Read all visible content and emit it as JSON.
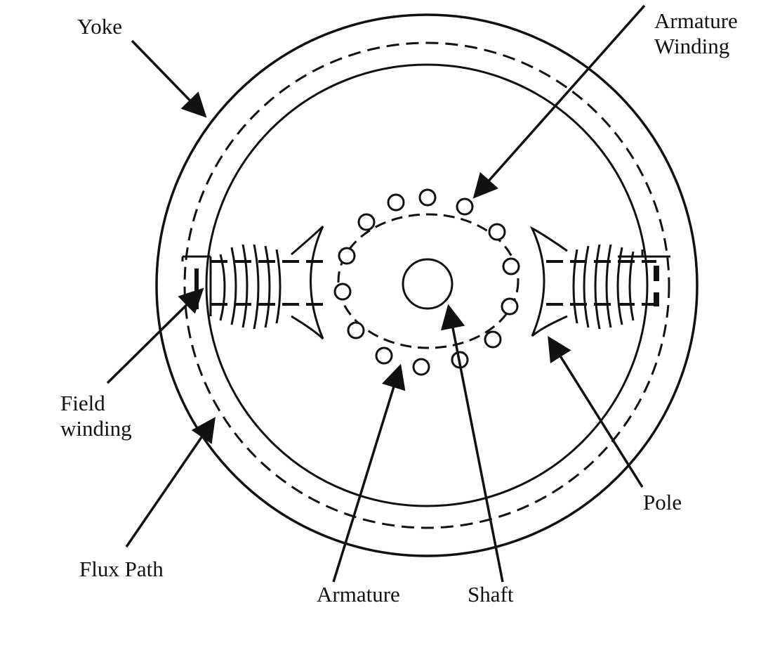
{
  "labels": {
    "yoke": "Yoke",
    "armature_winding_line1": "Armature",
    "armature_winding_line2": "Winding",
    "field_winding_line1": "Field",
    "field_winding_line2": "winding",
    "flux_path": "Flux Path",
    "armature": "Armature",
    "shaft": "Shaft",
    "pole": "Pole"
  },
  "colors": {
    "ink": "#111111",
    "background": "#ffffff"
  }
}
